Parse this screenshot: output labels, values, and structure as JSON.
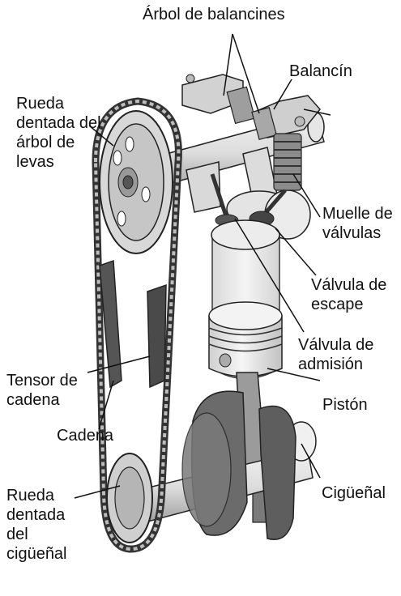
{
  "labels": {
    "arbol_balancines": "Árbol de balancines",
    "balancin": "Balancín",
    "rueda_arbol_levas": [
      "Rueda",
      "dentada del",
      "árbol de",
      "levas"
    ],
    "muelle_valvulas": [
      "Muelle de",
      "válvulas"
    ],
    "valvula_escape": [
      "Válvula de",
      "escape"
    ],
    "valvula_admision": [
      "Válvula de",
      "admisión"
    ],
    "piston": "Pistón",
    "tensor_cadena": [
      "Tensor de",
      "cadena"
    ],
    "cadena": "Cadena",
    "ciguenal": "Cigüeñal",
    "rueda_ciguenal": [
      "Rueda",
      "dentada",
      "del",
      "cigüeñal"
    ]
  },
  "colors": {
    "metal_light": "#e8e8e8",
    "metal_mid": "#bdbdbd",
    "metal_dark": "#6d6d6d",
    "outline": "#1a1a1a",
    "background": "#ffffff"
  }
}
